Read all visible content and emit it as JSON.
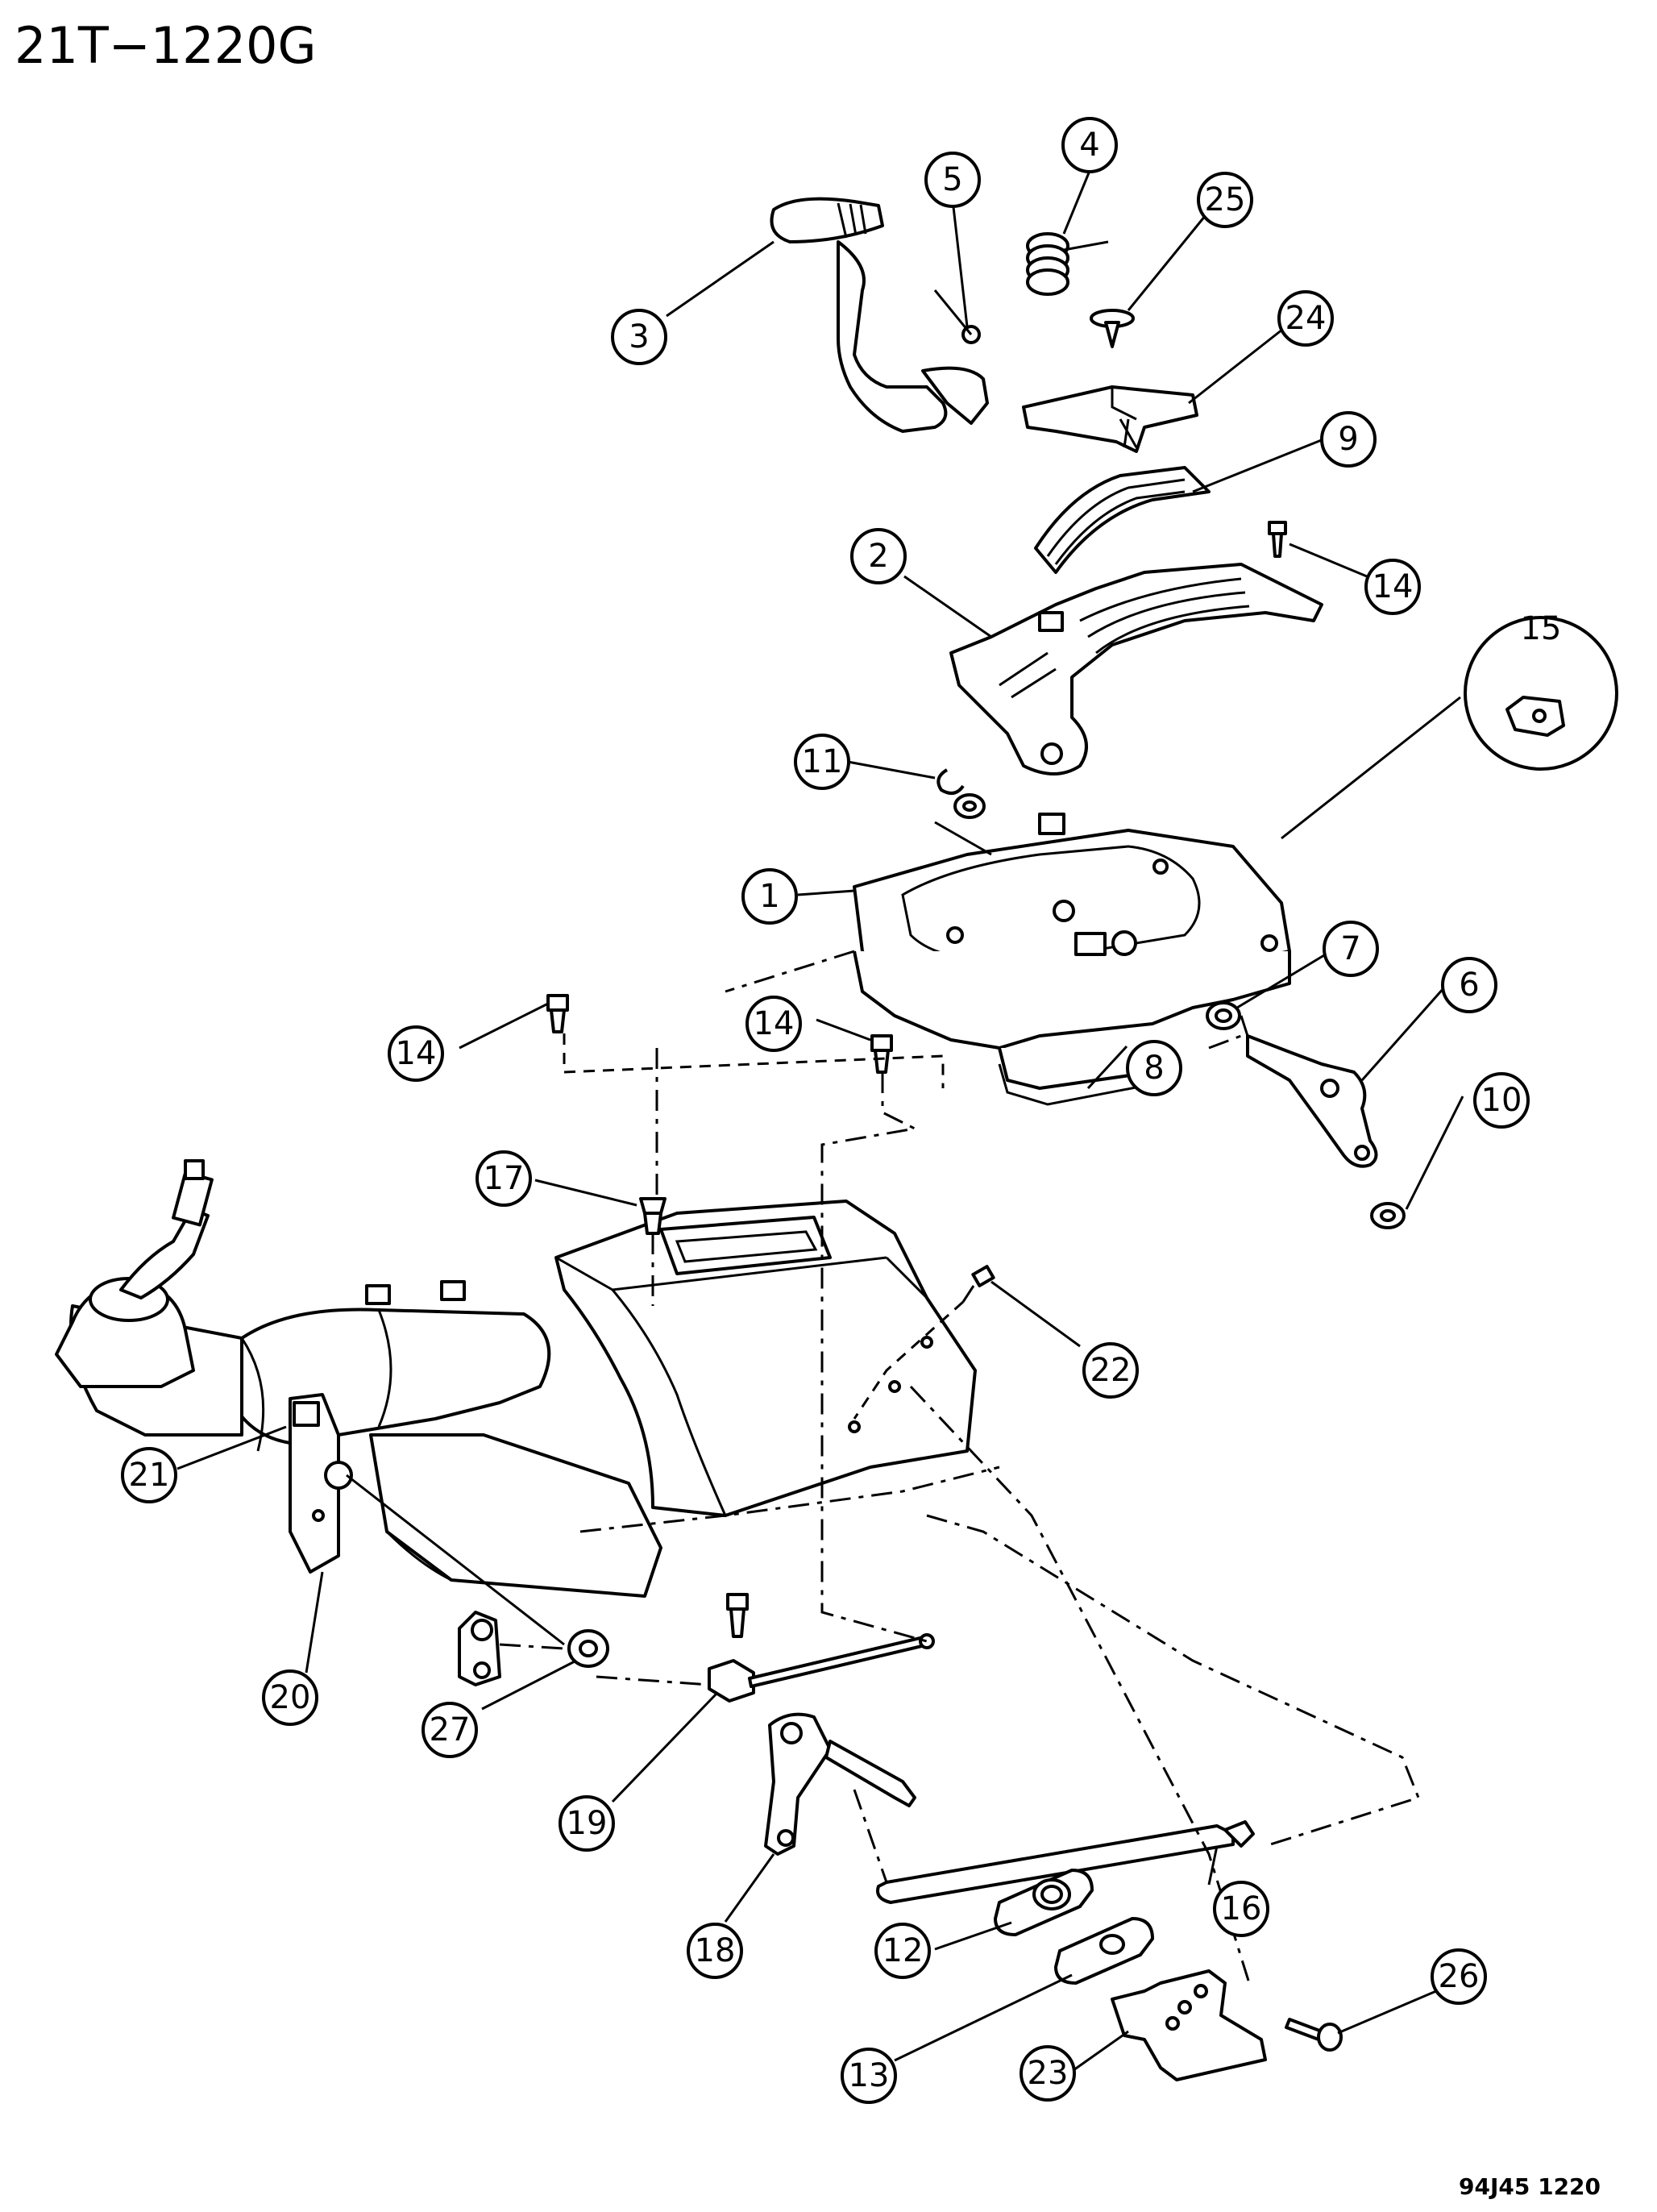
{
  "drawing_id": "21T−1220G",
  "drawing_code": "94J45  1220",
  "callouts": [
    {
      "id": "c1",
      "label": "1"
    },
    {
      "id": "c2",
      "label": "2"
    },
    {
      "id": "c3",
      "label": "3"
    },
    {
      "id": "c4",
      "label": "4"
    },
    {
      "id": "c5",
      "label": "5"
    },
    {
      "id": "c6",
      "label": "6"
    },
    {
      "id": "c7",
      "label": "7"
    },
    {
      "id": "c8",
      "label": "8"
    },
    {
      "id": "c9",
      "label": "9"
    },
    {
      "id": "c10",
      "label": "10"
    },
    {
      "id": "c11",
      "label": "11"
    },
    {
      "id": "c12",
      "label": "12"
    },
    {
      "id": "c13",
      "label": "13"
    },
    {
      "id": "c14a",
      "label": "14"
    },
    {
      "id": "c14b",
      "label": "14"
    },
    {
      "id": "c14c",
      "label": "14"
    },
    {
      "id": "c15",
      "label": "15"
    },
    {
      "id": "c16",
      "label": "16"
    },
    {
      "id": "c17",
      "label": "17"
    },
    {
      "id": "c18",
      "label": "18"
    },
    {
      "id": "c19",
      "label": "19"
    },
    {
      "id": "c20",
      "label": "20"
    },
    {
      "id": "c21",
      "label": "21"
    },
    {
      "id": "c22",
      "label": "22"
    },
    {
      "id": "c23",
      "label": "23"
    },
    {
      "id": "c24",
      "label": "24"
    },
    {
      "id": "c25",
      "label": "25"
    },
    {
      "id": "c26",
      "label": "26"
    },
    {
      "id": "c27",
      "label": "27"
    }
  ]
}
